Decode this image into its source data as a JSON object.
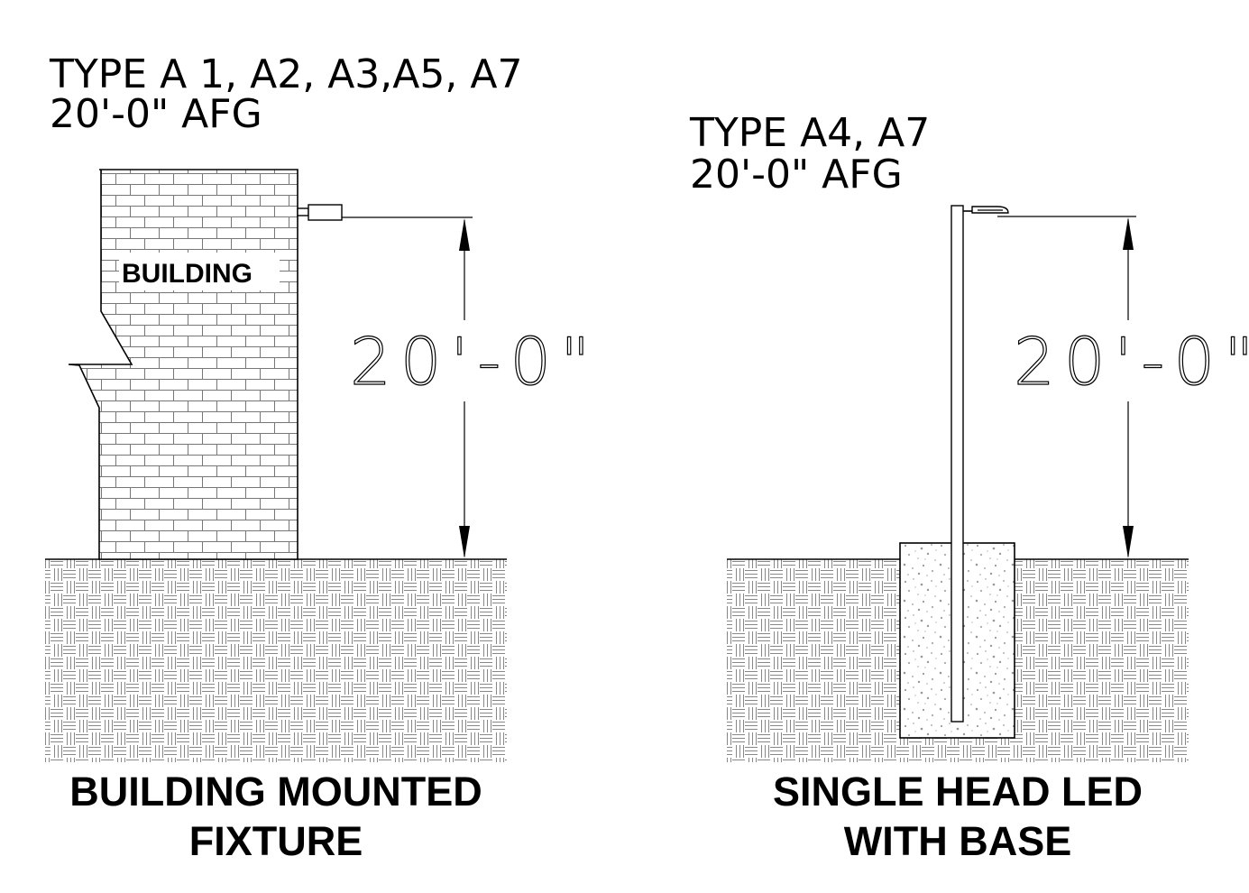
{
  "left_detail": {
    "type_line1": "TYPE A 1, A2, A3,A5, A7",
    "type_line2": "20'-0\" AFG",
    "building_label": "BUILDING",
    "dimension": "20'-0\"",
    "caption_line1": "BUILDING MOUNTED",
    "caption_line2": "FIXTURE"
  },
  "right_detail": {
    "type_line1": "TYPE A4, A7",
    "type_line2": "20'-0\" AFG",
    "dimension": "20'-0\"",
    "caption_line1": "SINGLE HEAD LED",
    "caption_line2": "WITH BASE"
  }
}
